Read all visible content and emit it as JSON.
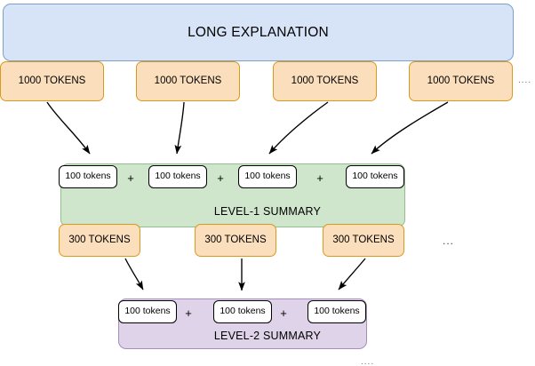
{
  "diagram": {
    "title": "hierarchical-summarization",
    "source": {
      "label": "LONG EXPLANATION",
      "color": "#d7e4f8",
      "border_color": "#7d9fc8"
    },
    "chunk_color": "#fbdfbd",
    "chunk_border_color": "#d79a1a",
    "token_box_color": "#ffffff",
    "token_box_border_color": "#000000",
    "level0": {
      "chunks": [
        {
          "label": "1000 TOKENS"
        },
        {
          "label": "1000 TOKENS"
        },
        {
          "label": "1000 TOKENS"
        },
        {
          "label": "1000 TOKENS"
        }
      ],
      "ellipsis": "...."
    },
    "level1": {
      "band_label": "LEVEL-1 SUMMARY",
      "band_color": "#cfe6cc",
      "band_border_color": "#93be8e",
      "token_boxes": [
        {
          "label": "100 tokens"
        },
        {
          "label": "100 tokens"
        },
        {
          "label": "100 tokens"
        },
        {
          "label": "100 tokens"
        }
      ],
      "operators": [
        "+",
        "+",
        "+"
      ],
      "chunks": [
        {
          "label": "300 TOKENS"
        },
        {
          "label": "300 TOKENS"
        },
        {
          "label": "300 TOKENS"
        }
      ],
      "ellipsis": "..."
    },
    "level2": {
      "band_label": "LEVEL-2 SUMMARY",
      "band_color": "#ded3e8",
      "band_border_color": "#a88cc0",
      "token_boxes": [
        {
          "label": "100 tokens"
        },
        {
          "label": "100 tokens"
        },
        {
          "label": "100 tokens"
        }
      ],
      "operators": [
        "+",
        "+"
      ],
      "ellipsis": "...."
    }
  }
}
